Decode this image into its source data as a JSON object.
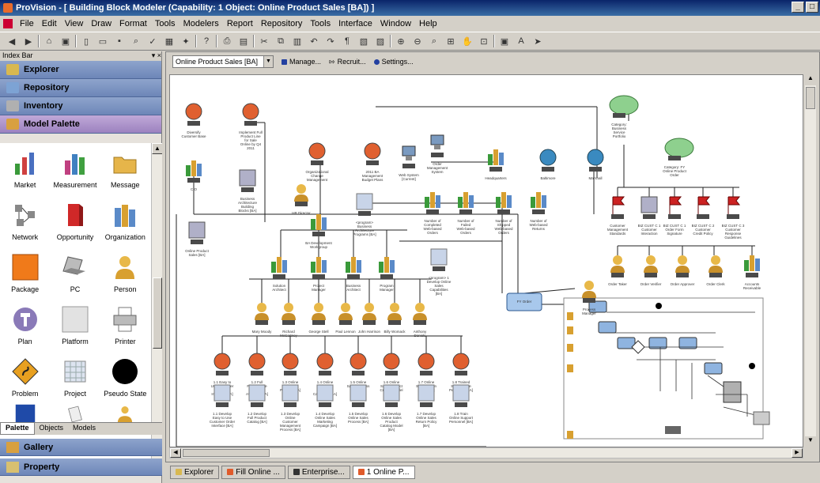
{
  "window": {
    "title": "ProVision - [ Building Block Modeler (Capability: 1 Object: Online Product Sales [BA]) ]"
  },
  "menu": [
    "File",
    "Edit",
    "View",
    "Draw",
    "Format",
    "Tools",
    "Modelers",
    "Report",
    "Repository",
    "Tools",
    "Interface",
    "Window",
    "Help"
  ],
  "index_bar": {
    "title": "Index Bar",
    "nav": [
      {
        "label": "Explorer"
      },
      {
        "label": "Repository"
      },
      {
        "label": "Inventory"
      },
      {
        "label": "Model Palette"
      }
    ]
  },
  "palette": {
    "items": [
      "Market",
      "Measurement",
      "Message",
      "Network",
      "Opportunity",
      "Organization",
      "Package",
      "PC",
      "Person",
      "Plan",
      "Platform",
      "Printer",
      "Problem",
      "Project",
      "Pseudo State"
    ],
    "tabs": [
      "Palette",
      "Objects",
      "Models"
    ]
  },
  "gallery_label": "Gallery",
  "property_label": "Property",
  "model_toolbar": {
    "select_value": "Online Product Sales [BA]",
    "manage": "Manage...",
    "recruit": "Recruit...",
    "settings": "Settings..."
  },
  "taskbar": [
    "Explorer",
    "Fill Online ...",
    "Enterprise...",
    "1 Online P..."
  ],
  "diagram": {
    "nodes": [
      {
        "label": "Diversify Customer Base"
      },
      {
        "label": "Implement Full Product Line for Sale Online by Q4 2011"
      },
      {
        "label": "CIO"
      },
      {
        "label": "Business Architecture Building Blocks [BA]"
      },
      {
        "label": "Organizational Change Management"
      },
      {
        "label": "2011 BA Management Budget Plans"
      },
      {
        "label": "Web System [Current]"
      },
      {
        "label": "Order Management System"
      },
      {
        "label": "Headquarters"
      },
      {
        "label": "Baltimore"
      },
      {
        "label": "Marshall"
      },
      {
        "label": "Category: Business Service Portfolio"
      },
      {
        "label": "Category: FY Online Product Order"
      },
      {
        "label": "HR Director"
      },
      {
        "label": "Online Product Sales [BA]"
      },
      {
        "label": "BA Development Workgroup"
      },
      {
        "label": "<program> Business Architecture Programs [BA]"
      },
      {
        "label": "Number of Completed Web-based Orders"
      },
      {
        "label": "Number of Failed Web-based Orders"
      },
      {
        "label": "Number of Shipped Web-based Orders"
      },
      {
        "label": "Number of Web-based Returns"
      },
      {
        "label": "Customer Management Standards"
      },
      {
        "label": "BIZ CUST C 1 Customer Interaction"
      },
      {
        "label": "BIZ CUST C 1 Order Form Signature"
      },
      {
        "label": "BIZ CUST C 2 Customer Credit Policy"
      },
      {
        "label": "BIZ CUST C 3 Customer Response Guidelines"
      },
      {
        "label": "Solution Architect"
      },
      {
        "label": "Project Manager"
      },
      {
        "label": "Business Architect"
      },
      {
        "label": "Program Manager"
      },
      {
        "label": "<program> 1 Develop Online Sales Capabilities [BA]"
      },
      {
        "label": "Order Taker"
      },
      {
        "label": "Order Verifier"
      },
      {
        "label": "Order Approver"
      },
      {
        "label": "Order Clerk"
      },
      {
        "label": "Accounts Receivable"
      },
      {
        "label": "Process Manager"
      },
      {
        "label": "FY Order"
      },
      {
        "label": "Mary Moody"
      },
      {
        "label": "Richard McCartney"
      },
      {
        "label": "George Stell"
      },
      {
        "label": "Paul Lennon"
      },
      {
        "label": "John Harrison"
      },
      {
        "label": "Billy Womack"
      },
      {
        "label": "Anthony Daniels"
      },
      {
        "label": "1.1 Easy to Use Customer Order Interface [BA]"
      },
      {
        "label": "1.2 Full Product Line Catalog Available [BA]"
      },
      {
        "label": "1.3 Online Customer Process [BA]"
      },
      {
        "label": "1.4 Online Sales Marketing Campaign [BA]"
      },
      {
        "label": "1.5 Online Sales Process [BA]"
      },
      {
        "label": "1.6 Online Sales Product Custom Model [BA]"
      },
      {
        "label": "1.7 Online Sales Return Policy [BA]"
      },
      {
        "label": "1.8 Trained Support Line Personnel [BA]"
      },
      {
        "label": "1.1 Develop Easy to Use Customer Order Interface [BA]"
      },
      {
        "label": "1.2 Develop Full Product Catalog [BA]"
      },
      {
        "label": "1.3 Develop Online Customer Management Process [BA]"
      },
      {
        "label": "1.4 Develop Online Sales Marketing Campaign [BA]"
      },
      {
        "label": "1.5 Develop Online Sales Process [BA]"
      },
      {
        "label": "1.6 Develop Online Sales Product Catalog Model [BA]"
      },
      {
        "label": "1.7 Develop Online Sales Return Policy [BA]"
      },
      {
        "label": "1.8 Train Online Support Personnel [BA]"
      }
    ]
  }
}
